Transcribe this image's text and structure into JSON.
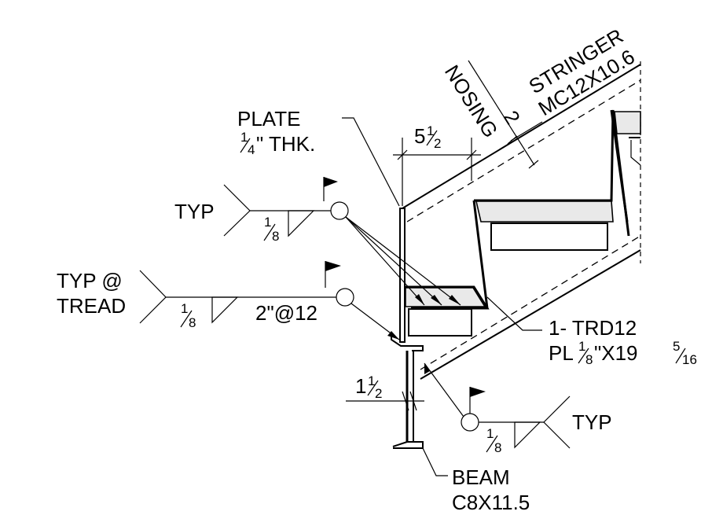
{
  "labels": {
    "plate": "PLATE",
    "plate_thk": "1/4\" THK.",
    "plate_thk_num": "1",
    "plate_thk_den": "4",
    "plate_thk_rest": "\" THK.",
    "nosing": "NOSING",
    "stringer": "STRINGER",
    "stringer_size": "MC12X10.6",
    "dim_nosing_ref": "2",
    "dim_5_half": "5 1/2",
    "dim_5_whole": "5",
    "dim_5_num": "1",
    "dim_5_den": "2",
    "typ_top": "TYP",
    "weld_top_size": "1/8",
    "weld_top_num": "1",
    "weld_top_den": "8",
    "typ_tread_1": "TYP @",
    "typ_tread_2": "TREAD",
    "weld_tread_size": "1/8",
    "weld_tread_num": "1",
    "weld_tread_den": "8",
    "weld_tread_pitch": "2\"@12",
    "tread_callout_1": "1- TRD12",
    "tread_callout_2": "PL1/8\"X19 5/16",
    "tread_pl": "PL",
    "tread_pl_num": "1",
    "tread_pl_den": "8",
    "tread_pl_mid": "\"X19 ",
    "tread_pl_num2": "5",
    "tread_pl_den2": "16",
    "dim_1_half": "1 1/2",
    "dim_1_whole": "1",
    "dim_1_num": "1",
    "dim_1_den": "2",
    "typ_bottom": "TYP",
    "weld_bottom_size": "1/8",
    "weld_bottom_num": "1",
    "weld_bottom_den": "8",
    "beam": "BEAM",
    "beam_size": "C8X11.5"
  }
}
